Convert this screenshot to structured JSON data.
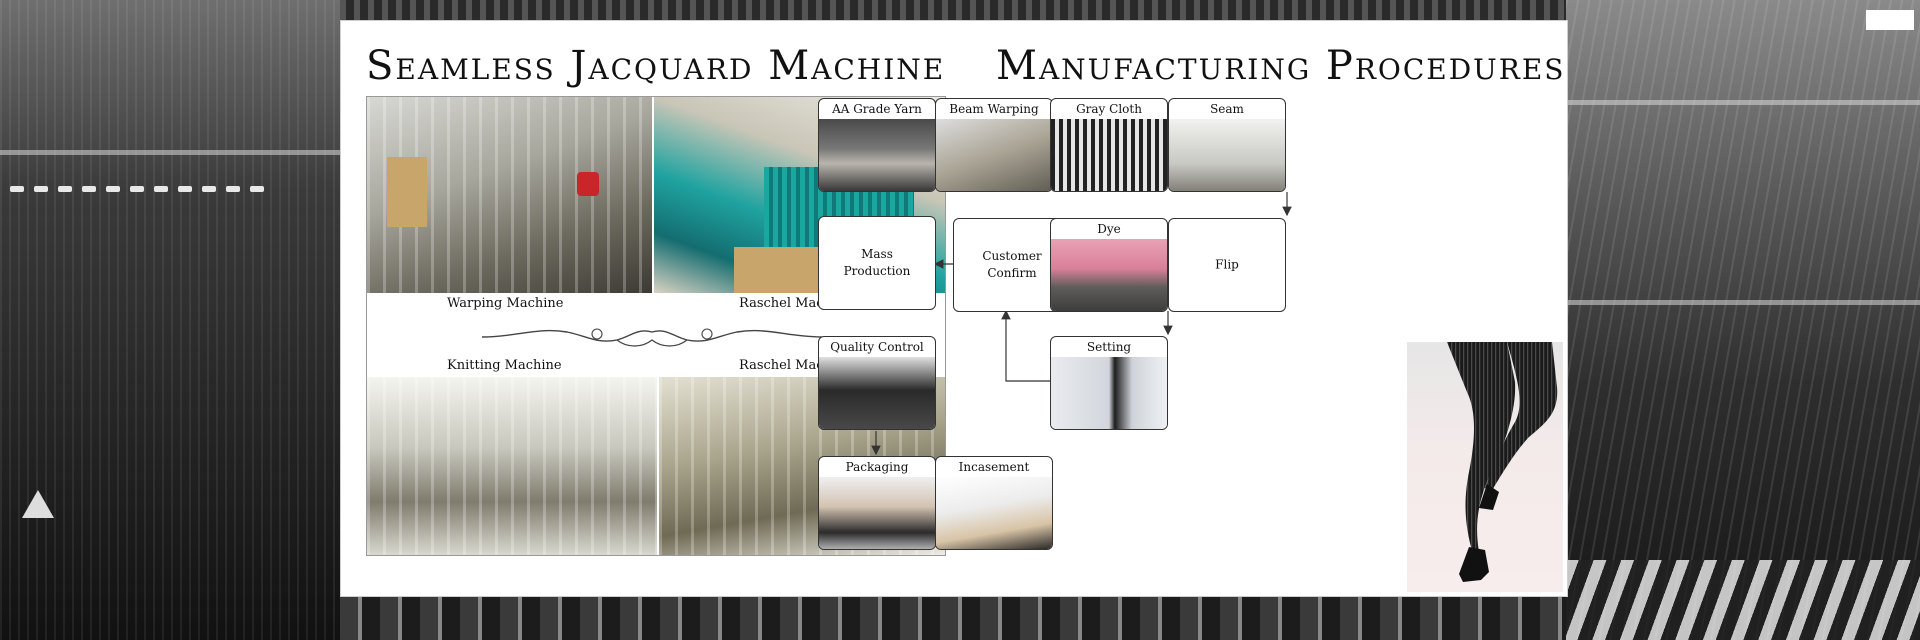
{
  "titles": {
    "machine": "Seamless Jacquard Machine",
    "procedures": "Manufacturing Procedures"
  },
  "collage": {
    "captions": [
      "Warping Machine",
      "Raschel Machine",
      "Knitting Machine",
      "Raschel Machine"
    ]
  },
  "steps": {
    "yarn": "AA Grade Yarn",
    "beam": "Beam Warping",
    "gray": "Gray Cloth",
    "seam": "Seam",
    "mass": "Mass\nProduction",
    "customer": "Customer\nConfirm",
    "dye": "Dye",
    "flip": "Flip",
    "qc": "Quality Control",
    "setting": "Setting",
    "packaging": "Packaging",
    "incasement": "Incasement"
  },
  "colors": {
    "panel": "#ffffff",
    "text": "#111111",
    "border": "#333333"
  }
}
